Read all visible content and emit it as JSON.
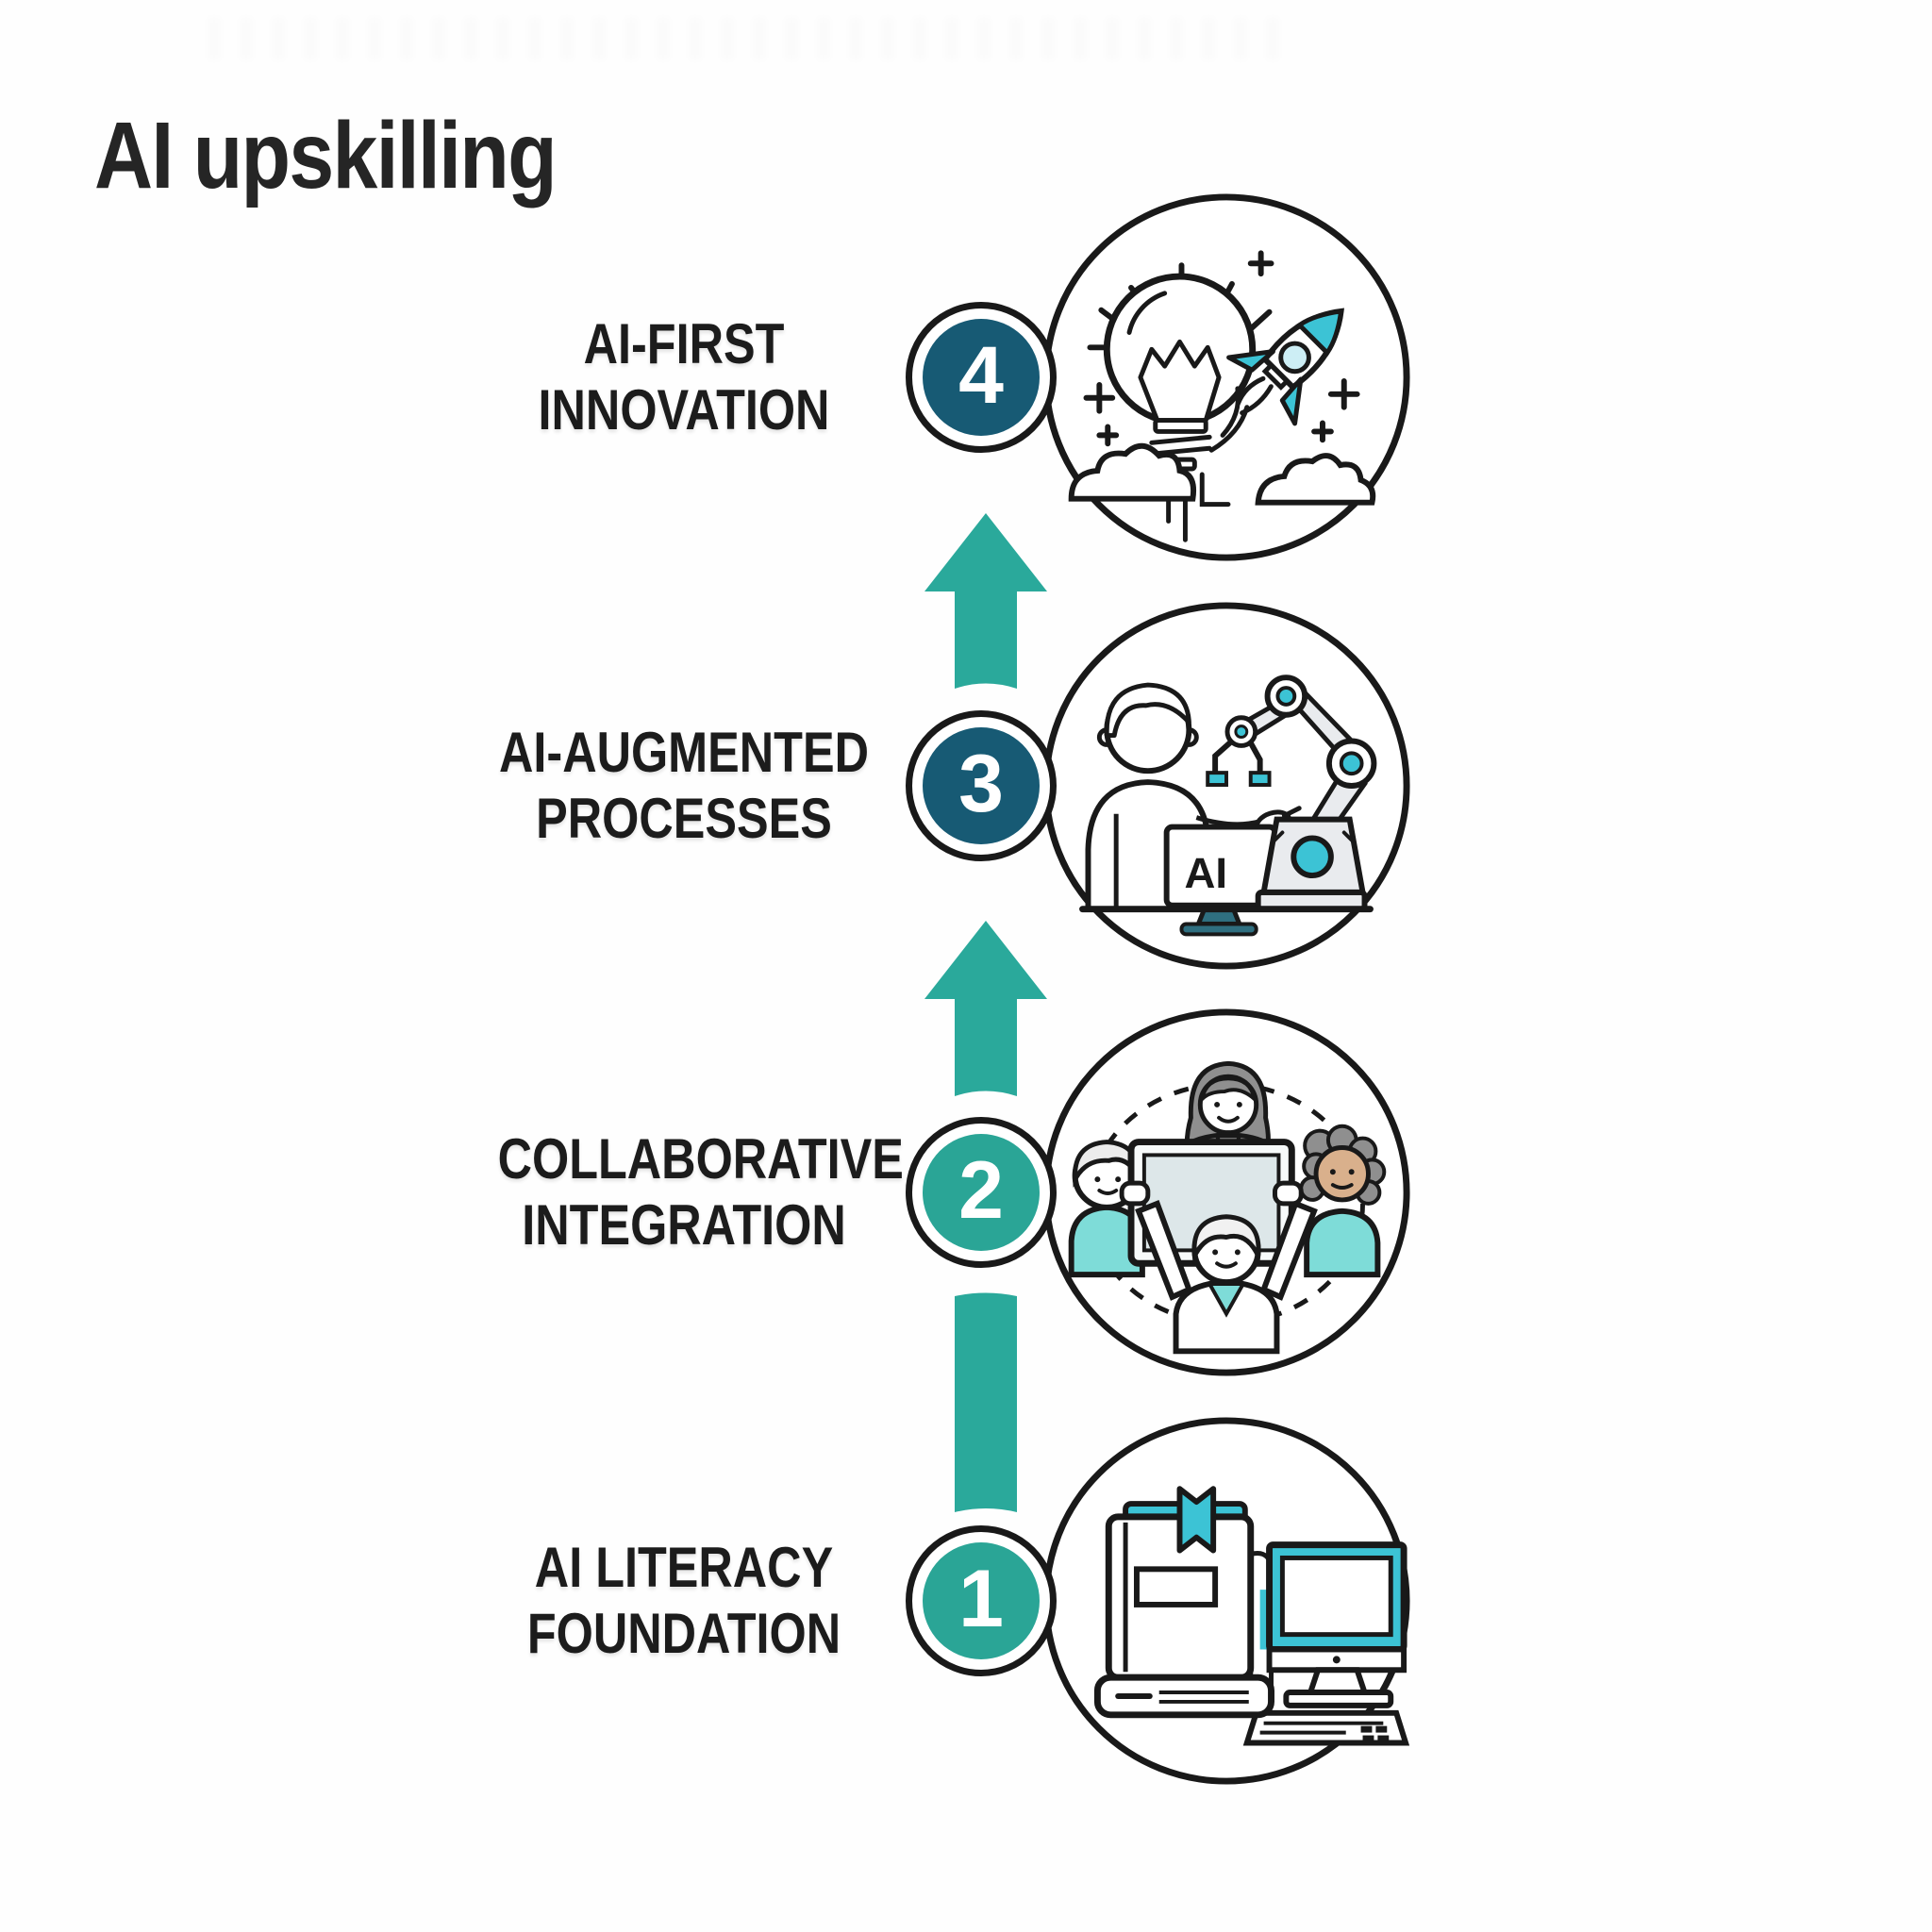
{
  "title": "AI upskilling",
  "stages": [
    {
      "num": "4",
      "line1": "AI-FIRST",
      "line2": "INNOVATION",
      "badge_style": "navy",
      "icon": "lightbulb-rocket"
    },
    {
      "num": "3",
      "line1": "AI-AUGMENTED",
      "line2": "PROCESSES",
      "badge_style": "navy",
      "icon": "human-robot-arm"
    },
    {
      "num": "2",
      "line1": "COLLABORATIVE",
      "line2": "INTEGRATION",
      "badge_style": "teal",
      "icon": "team-whiteboard"
    },
    {
      "num": "1",
      "line1": "AI LITERACY",
      "line2": "FOUNDATION",
      "badge_style": "teal",
      "icon": "book-computer"
    }
  ],
  "icon_labels": {
    "monitor_text": "AI"
  },
  "colors": {
    "arrow_teal": "#2aa99b",
    "badge_teal": "#2aa596",
    "badge_navy": "#175a74",
    "icon_cyan": "#3cc3d5",
    "icon_cyan_light": "#cdeef5",
    "shirt_teal": "#7edcd8",
    "hair_gray": "#8f8f8f",
    "blazer_gray": "#9c9c9c",
    "machine_gray": "#e9ebee",
    "skin_tan": "#d9b08c",
    "line_dark": "#191919",
    "text_dark": "#1c1c1c"
  }
}
